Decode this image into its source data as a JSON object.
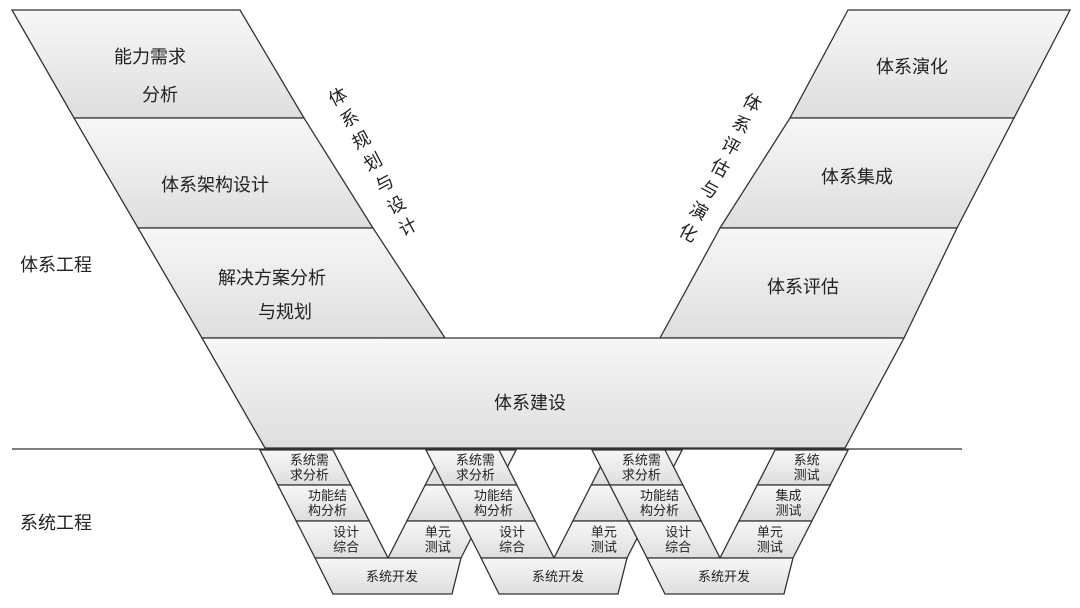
{
  "left_arm": {
    "band1": [
      "能力需求",
      "分析"
    ],
    "band2": "体系架构设计",
    "band3": [
      "解决方案分析",
      "与规划"
    ],
    "label": [
      "体",
      "系",
      "规",
      "划",
      "与",
      "设",
      "计"
    ]
  },
  "right_arm": {
    "band1": "体系演化",
    "band2": "体系集成",
    "band3": "体系评估",
    "label": [
      "体",
      "系",
      "评",
      "估",
      "与",
      "演",
      "化"
    ]
  },
  "bottom_band": "体系建设",
  "levels": {
    "se_of_systems": "体系工程",
    "systems": "系统工程"
  },
  "small_vs": [
    {
      "left": [
        [
          "系统需",
          "求分析"
        ],
        [
          "功能结",
          "构分析"
        ],
        [
          "设计",
          "综合"
        ]
      ],
      "right": [
        [],
        [],
        [
          "单元",
          "测试"
        ]
      ],
      "bottom": "系统开发"
    },
    {
      "left": [
        [
          "系统需",
          "求分析"
        ],
        [
          "功能结",
          "构分析"
        ],
        [
          "设计",
          "综合"
        ]
      ],
      "right": [
        [],
        [],
        [
          "单元",
          "测试"
        ]
      ],
      "bottom": "系统开发"
    },
    {
      "left": [
        [
          "系统需",
          "求分析"
        ],
        [
          "功能结",
          "构分析"
        ],
        [
          "设计",
          "综合"
        ]
      ],
      "right": [
        [
          "系统",
          "测试"
        ],
        [
          "集成",
          "测试"
        ],
        [
          "单元",
          "测试"
        ]
      ],
      "bottom": "系统开发"
    }
  ]
}
